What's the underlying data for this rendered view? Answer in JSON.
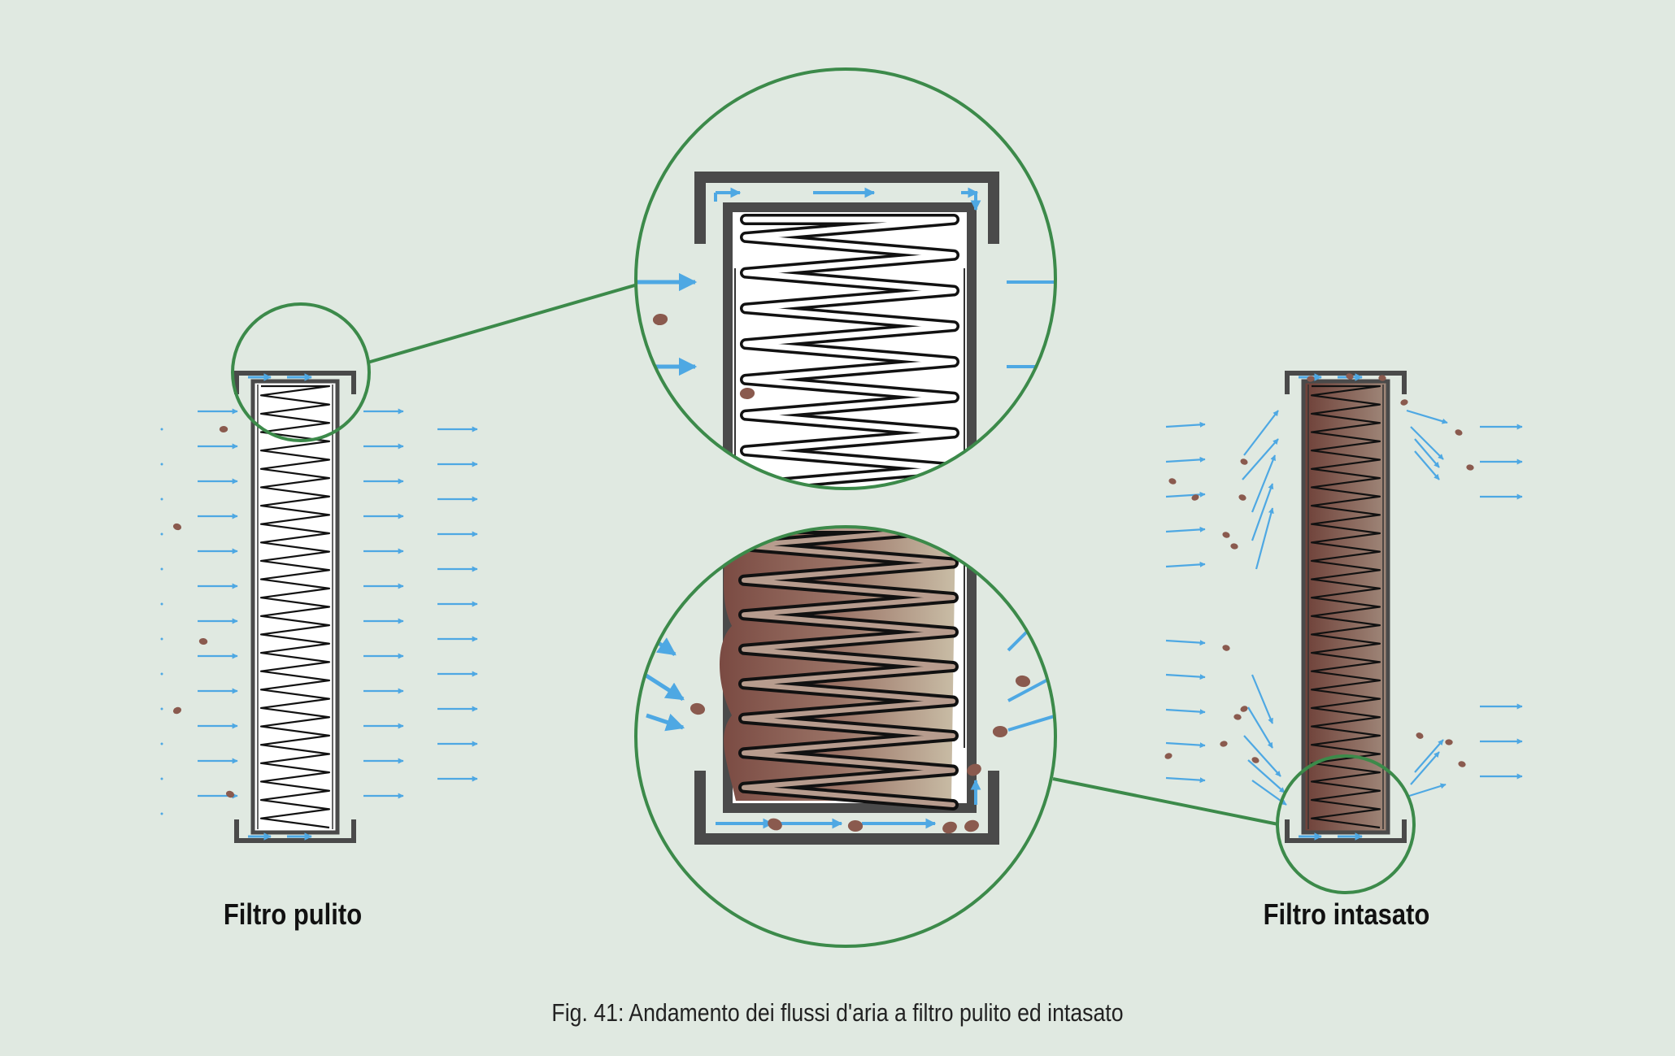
{
  "labels": {
    "clean_filter": "Filtro pulito",
    "clogged_filter": "Filtro intasato"
  },
  "caption": "Fig. 41: Andamento dei flussi d'aria a filtro pulito ed intasato",
  "colors": {
    "background": "#e0e9e1",
    "airflow_arrow": "#4ea8e3",
    "zoom_circle": "#3c8a4a",
    "frame": "#4a4a4a",
    "dirt": "#8a5a4e"
  },
  "icons": [
    "airflow-arrow-icon",
    "dust-particle-icon",
    "zoom-circle-icon"
  ]
}
